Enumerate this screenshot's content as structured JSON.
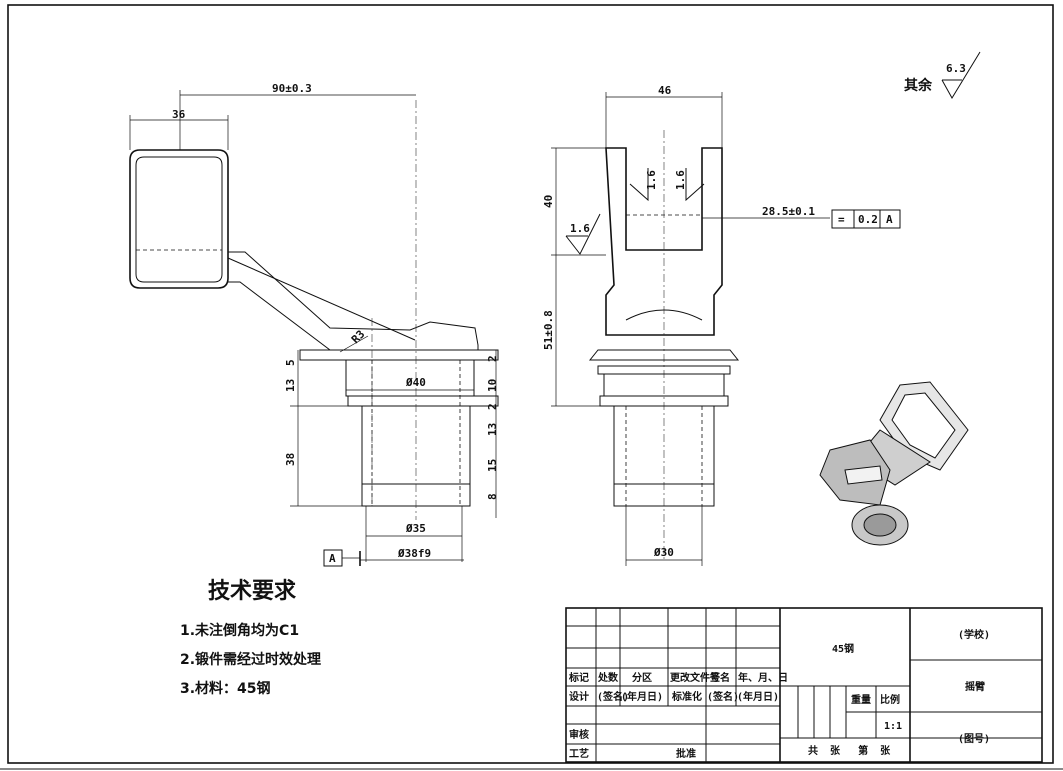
{
  "surface_finish": {
    "label": "其余",
    "value": "6.3"
  },
  "front_view": {
    "dims": {
      "length": "90±0.3",
      "width": "36",
      "radius": "R3",
      "d40": "Ø40",
      "d35": "Ø35",
      "d38": "Ø38f9",
      "h5": "5",
      "h13": "13",
      "h38": "38",
      "r2a": "2",
      "r10": "10",
      "r2b": "2",
      "r13": "13",
      "r15": "15",
      "r8": "8"
    },
    "datum": "A"
  },
  "side_view": {
    "dims": {
      "width": "46",
      "h40": "40",
      "h51": "51±0.8",
      "offset": "28.5±0.1",
      "d30": "Ø30"
    },
    "roughness": [
      "1.6",
      "1.6",
      "1.6"
    ],
    "tolerance_frame": [
      "=",
      "0.2",
      "A"
    ]
  },
  "requirements": {
    "title": "技术要求",
    "items": [
      "1.未注倒角均为C1",
      "2.锻件需经过时效处理",
      "3.材料：45钢"
    ]
  },
  "title_block": {
    "row_headers": [
      "标记",
      "处数",
      "分区",
      "更改文件号",
      "签名",
      "年、月、日"
    ],
    "row_design": [
      "设计",
      "(签名)",
      "(年月日)",
      "标准化",
      "(签名)",
      "(年月日)"
    ],
    "review": "审核",
    "process": "工艺",
    "approve": "批准",
    "material": "45钢",
    "school": "(学校)",
    "part_name": "摇臂",
    "drawing_no": "(图号)",
    "weight_label": "重量",
    "scale_label": "比例",
    "scale_value": "1:1",
    "sheets_label": "共  张   第  张"
  }
}
